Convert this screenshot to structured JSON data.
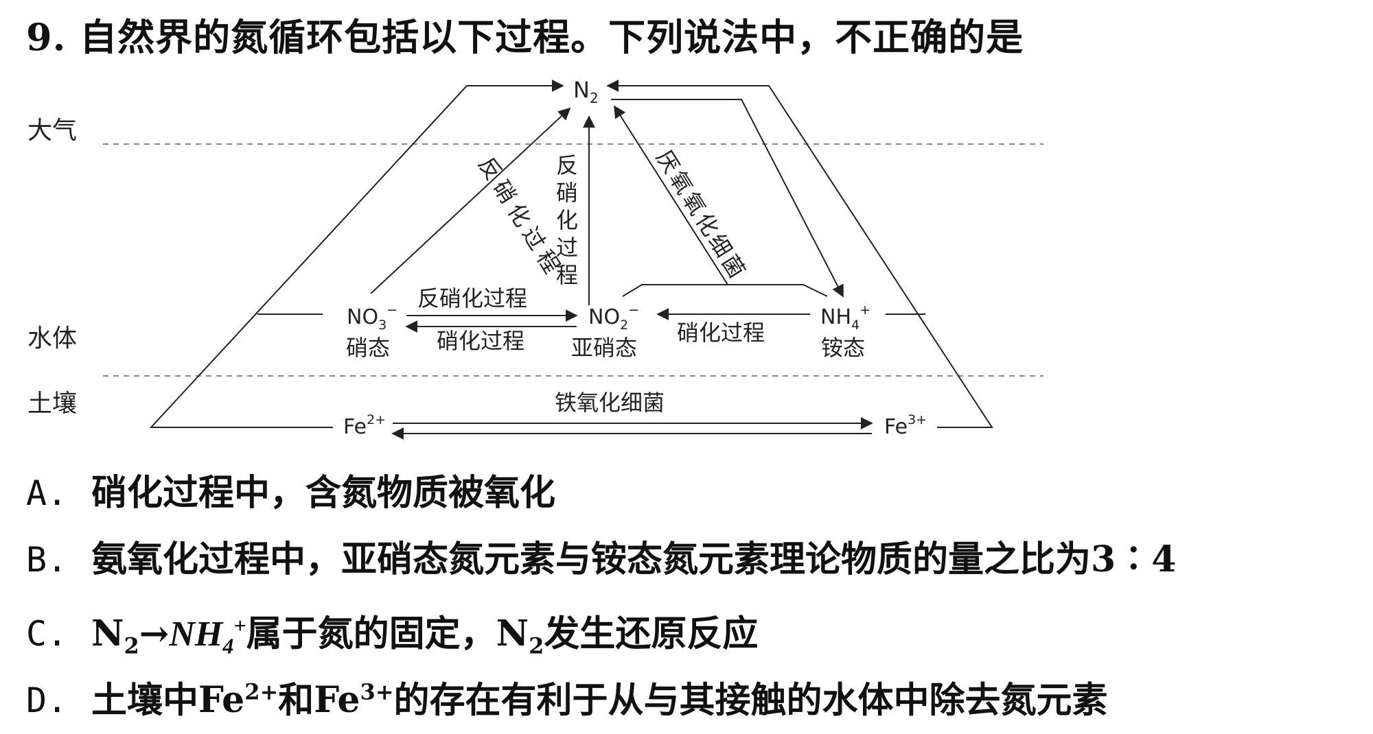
{
  "question": {
    "number": "9.",
    "stem": "自然界的氮循环包括以下过程。下列说法中，不正确的是"
  },
  "diagram": {
    "zones": {
      "atmosphere": "大气",
      "water": "水体",
      "soil": "土壤"
    },
    "species": {
      "n2": "N",
      "n2_sub": "2",
      "no3": "NO",
      "no3_sub": "3",
      "no3_sup": "−",
      "no3_state": "硝态",
      "no2": "NO",
      "no2_sub": "2",
      "no2_sup": "−",
      "no2_state": "亚硝态",
      "nh4": "NH",
      "nh4_sub": "4",
      "nh4_sup": "+",
      "nh4_state": "铵态",
      "fe2": "Fe",
      "fe2_sup": "2+",
      "fe3": "Fe",
      "fe3_sup": "3+"
    },
    "processes": {
      "denitrification_left": [
        "反",
        "硝",
        "化",
        "过",
        "程"
      ],
      "denitrification_center": [
        "反",
        "硝",
        "化",
        "过",
        "程"
      ],
      "anammox_bacteria": [
        "厌",
        "氧",
        "氧",
        "化",
        "细",
        "菌"
      ],
      "denitrification_horizontal": "反硝化过程",
      "nitrification_left": "硝化过程",
      "nitrification_right": "硝化过程",
      "iron_oxidizing_bacteria": "铁氧化细菌"
    }
  },
  "options": [
    {
      "letter": "A.",
      "text": "硝化过程中，含氮物质被氧化"
    },
    {
      "letter": "B.",
      "text": "氨氧化过程中，亚硝态氮元素与铵态氮元素理论物质的量之比为",
      "ratio": "3∶4"
    },
    {
      "letter": "C.",
      "n2": "N",
      "n2_sub": "2",
      "arrow": "→",
      "nh4": "NH",
      "nh4_sub": "4",
      "nh4_sup": "+",
      "mid": "属于氮的固定，",
      "n2b": "N",
      "n2b_sub": "2",
      "tail": "发生还原反应"
    },
    {
      "letter": "D.",
      "pre": "土壤中",
      "fe2": "Fe",
      "fe2_sup": "2+",
      "and": "和",
      "fe3": "Fe",
      "fe3_sup": "3+",
      "tail": "的存在有利于从与其接触的水体中除去氮元素"
    }
  ]
}
